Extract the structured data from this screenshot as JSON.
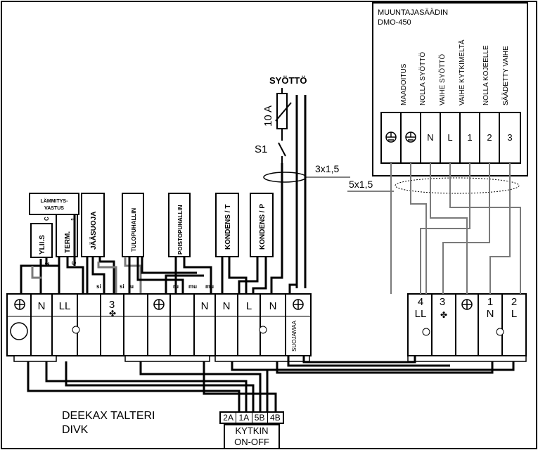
{
  "transformer": {
    "title": "MUUNTAJASÄÄDIN",
    "model": "DMO-450",
    "terminals": [
      {
        "symbol": "⊕",
        "label": "MAADOITUS"
      },
      {
        "symbol": "⊕",
        "label": "NOLLA SYÖTTÖ"
      },
      {
        "symbol": "N",
        "label": "VAIHE SYÖTTÖ"
      },
      {
        "symbol": "L",
        "label": "VAIHE KYTKIMELTÄ"
      },
      {
        "symbol": "1",
        "label": "NOLLA KOJEELLE"
      },
      {
        "symbol": "2",
        "label": "SÄÄDETTY VAIHE"
      },
      {
        "symbol": "3",
        "label": ""
      }
    ]
  },
  "supply": {
    "title": "SYÖTTÖ",
    "fuse": "10 A",
    "switch": "S1",
    "cable": "3x1,5"
  },
  "cable_5": "5x1,5",
  "components": {
    "heater": "LÄMMITYS-\nVASTUS",
    "heater_line1": "LÄMMITYS-",
    "heater_line2": "VASTUS",
    "overheat": "YLII.S",
    "thermostat": "TERM.",
    "frost": "JÄÄSUOJA",
    "supply_fan": "TULOPUHALLIN",
    "exhaust_fan": "POISTOPUHALLIN",
    "cond_t": "KONDENS / T",
    "cond_p": "KONDENS / P"
  },
  "pin_labels": {
    "c1": "C",
    "one": "1",
    "two": "2",
    "c2": "C",
    "si1": "si",
    "si2": "si",
    "ru1": "ru",
    "ru2": "ru",
    "mu1": "mu",
    "mu2": "mu"
  },
  "main_terminal": {
    "labels": [
      "N",
      "LL",
      "3",
      "N",
      "N",
      "L",
      "N"
    ],
    "protective_earth": "SUOJAMAA"
  },
  "right_terminal": {
    "labels_top": [
      "4",
      "3",
      "1",
      "2"
    ],
    "labels_bottom": [
      "LL",
      "N",
      "L"
    ]
  },
  "unit_name": {
    "line1": "DEEKAX TALTERI",
    "line2": "DIVK"
  },
  "switch_block": {
    "pins": [
      "2A",
      "1A",
      "5B",
      "4B"
    ],
    "title": "KYTKIN",
    "subtitle": "ON-OFF"
  }
}
